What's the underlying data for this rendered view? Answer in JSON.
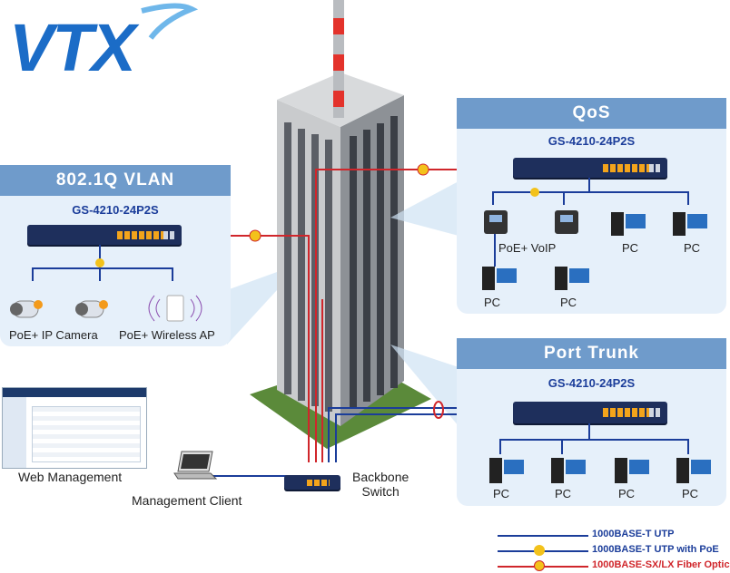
{
  "logo": {
    "text": "VTX"
  },
  "vlan_panel": {
    "title": "802.1Q VLAN",
    "model": "GS-4210-24P2S",
    "cam_label": "PoE+ IP Camera",
    "ap_label": "PoE+ Wireless AP"
  },
  "qos_panel": {
    "title": "QoS",
    "model": "GS-4210-24P2S",
    "voip_label": "PoE+ VoIP",
    "pc1": "PC",
    "pc2": "PC",
    "pc3": "PC",
    "pc4": "PC"
  },
  "trunk_panel": {
    "title": "Port Trunk",
    "model": "GS-4210-24P2S",
    "pcs": [
      "PC",
      "PC",
      "PC",
      "PC"
    ]
  },
  "web_management": "Web Management",
  "management_client": "Management Client",
  "backbone_switch": {
    "line1": "Backbone",
    "line2": "Switch"
  },
  "legend": [
    {
      "label": "1000BASE-T UTP",
      "color": "#1b3d9a"
    },
    {
      "label": "1000BASE-T UTP with PoE",
      "color": "#1b3d9a"
    },
    {
      "label": "1000BASE-SX/LX Fiber Optic",
      "color": "#d0262b"
    }
  ],
  "colors": {
    "panel_head": "#6f9bcb",
    "panel_bg": "#e6f0fa",
    "utp": "#1b3d9a",
    "fiber": "#d0262b",
    "poe_badge": "#f3c21b"
  }
}
